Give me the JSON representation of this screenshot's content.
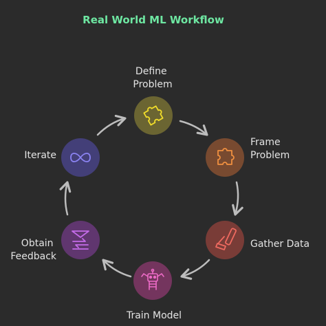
{
  "title": "Real World ML Workflow",
  "colors": {
    "background": "#2b2b2b",
    "title": "#6ee7a2",
    "label": "#e4e4e4",
    "arrow": "#bdbdbd"
  },
  "steps": [
    {
      "label_lines": [
        "Define",
        "Problem"
      ],
      "icon": "puzzle-icon",
      "circle_color": "#6b6532",
      "icon_color": "#f1dd2a"
    },
    {
      "label_lines": [
        "Frame",
        "Problem"
      ],
      "icon": "puzzle-piece-icon",
      "circle_color": "#784a30",
      "icon_color": "#f09040"
    },
    {
      "label_lines": [
        "Gather Data"
      ],
      "icon": "tool-icon",
      "circle_color": "#793c37",
      "icon_color": "#ef6a60"
    },
    {
      "label_lines": [
        "Train Model"
      ],
      "icon": "robot-icon",
      "circle_color": "#74355e",
      "icon_color": "#ec6bc6"
    },
    {
      "label_lines": [
        "Obtain",
        "Feedback"
      ],
      "icon": "feedback-icon",
      "circle_color": "#60366f",
      "icon_color": "#c56cea"
    },
    {
      "label_lines": [
        "Iterate"
      ],
      "icon": "infinity-icon",
      "circle_color": "#433f78",
      "icon_color": "#8c84f4"
    }
  ]
}
